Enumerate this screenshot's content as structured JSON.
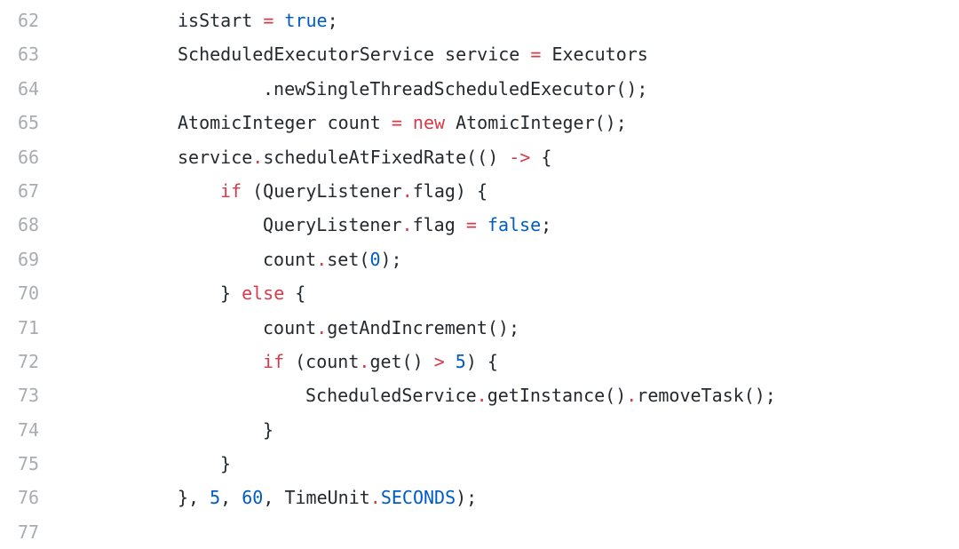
{
  "colors": {
    "background": "#ffffff",
    "text": "#24292e",
    "line_number": "#a8acb1",
    "keyword": "#d73a49",
    "literal": "#005cc5",
    "number": "#005cc5",
    "operator": "#d73a49",
    "dot": "#d73a49"
  },
  "code_view": {
    "lines": [
      {
        "number": "62",
        "indent": 0,
        "tokens": [
          {
            "type": "plain",
            "text": "isStart "
          },
          {
            "type": "op",
            "text": "="
          },
          {
            "type": "plain",
            "text": " "
          },
          {
            "type": "lit",
            "text": "true"
          },
          {
            "type": "plain",
            "text": ";"
          }
        ]
      },
      {
        "number": "63",
        "indent": 0,
        "tokens": [
          {
            "type": "plain",
            "text": "ScheduledExecutorService service "
          },
          {
            "type": "op",
            "text": "="
          },
          {
            "type": "plain",
            "text": " Executors"
          }
        ]
      },
      {
        "number": "64",
        "indent": 8,
        "tokens": [
          {
            "type": "plain",
            "text": ".newSingleThreadScheduledExecutor();"
          }
        ]
      },
      {
        "number": "65",
        "indent": 0,
        "tokens": [
          {
            "type": "plain",
            "text": "AtomicInteger count "
          },
          {
            "type": "op",
            "text": "="
          },
          {
            "type": "plain",
            "text": " "
          },
          {
            "type": "kw",
            "text": "new"
          },
          {
            "type": "plain",
            "text": " AtomicInteger();"
          }
        ]
      },
      {
        "number": "66",
        "indent": 0,
        "tokens": [
          {
            "type": "plain",
            "text": "service"
          },
          {
            "type": "dot",
            "text": "."
          },
          {
            "type": "plain",
            "text": "scheduleAtFixedRate(() "
          },
          {
            "type": "op",
            "text": "->"
          },
          {
            "type": "plain",
            "text": " {"
          }
        ]
      },
      {
        "number": "67",
        "indent": 4,
        "tokens": [
          {
            "type": "kw",
            "text": "if"
          },
          {
            "type": "plain",
            "text": " (QueryListener"
          },
          {
            "type": "dot",
            "text": "."
          },
          {
            "type": "plain",
            "text": "flag) {"
          }
        ]
      },
      {
        "number": "68",
        "indent": 8,
        "tokens": [
          {
            "type": "plain",
            "text": "QueryListener"
          },
          {
            "type": "dot",
            "text": "."
          },
          {
            "type": "plain",
            "text": "flag "
          },
          {
            "type": "op",
            "text": "="
          },
          {
            "type": "plain",
            "text": " "
          },
          {
            "type": "lit",
            "text": "false"
          },
          {
            "type": "plain",
            "text": ";"
          }
        ]
      },
      {
        "number": "69",
        "indent": 8,
        "tokens": [
          {
            "type": "plain",
            "text": "count"
          },
          {
            "type": "dot",
            "text": "."
          },
          {
            "type": "plain",
            "text": "set("
          },
          {
            "type": "num",
            "text": "0"
          },
          {
            "type": "plain",
            "text": ");"
          }
        ]
      },
      {
        "number": "70",
        "indent": 4,
        "tokens": [
          {
            "type": "plain",
            "text": "} "
          },
          {
            "type": "kw",
            "text": "else"
          },
          {
            "type": "plain",
            "text": " {"
          }
        ]
      },
      {
        "number": "71",
        "indent": 8,
        "tokens": [
          {
            "type": "plain",
            "text": "count"
          },
          {
            "type": "dot",
            "text": "."
          },
          {
            "type": "plain",
            "text": "getAndIncrement();"
          }
        ]
      },
      {
        "number": "72",
        "indent": 8,
        "tokens": [
          {
            "type": "kw",
            "text": "if"
          },
          {
            "type": "plain",
            "text": " (count"
          },
          {
            "type": "dot",
            "text": "."
          },
          {
            "type": "plain",
            "text": "get() "
          },
          {
            "type": "op",
            "text": ">"
          },
          {
            "type": "plain",
            "text": " "
          },
          {
            "type": "num",
            "text": "5"
          },
          {
            "type": "plain",
            "text": ") {"
          }
        ]
      },
      {
        "number": "73",
        "indent": 12,
        "tokens": [
          {
            "type": "plain",
            "text": "ScheduledService"
          },
          {
            "type": "dot",
            "text": "."
          },
          {
            "type": "plain",
            "text": "getInstance()"
          },
          {
            "type": "dot",
            "text": "."
          },
          {
            "type": "plain",
            "text": "removeTask();"
          }
        ]
      },
      {
        "number": "74",
        "indent": 8,
        "tokens": [
          {
            "type": "plain",
            "text": "}"
          }
        ]
      },
      {
        "number": "75",
        "indent": 4,
        "tokens": [
          {
            "type": "plain",
            "text": "}"
          }
        ]
      },
      {
        "number": "76",
        "indent": 0,
        "tokens": [
          {
            "type": "plain",
            "text": "}, "
          },
          {
            "type": "num",
            "text": "5"
          },
          {
            "type": "plain",
            "text": ", "
          },
          {
            "type": "num",
            "text": "60"
          },
          {
            "type": "plain",
            "text": ", TimeUnit"
          },
          {
            "type": "dot",
            "text": "."
          },
          {
            "type": "lit",
            "text": "SECONDS"
          },
          {
            "type": "plain",
            "text": ");"
          }
        ]
      },
      {
        "number": "77",
        "indent": 0,
        "tokens": []
      }
    ]
  }
}
